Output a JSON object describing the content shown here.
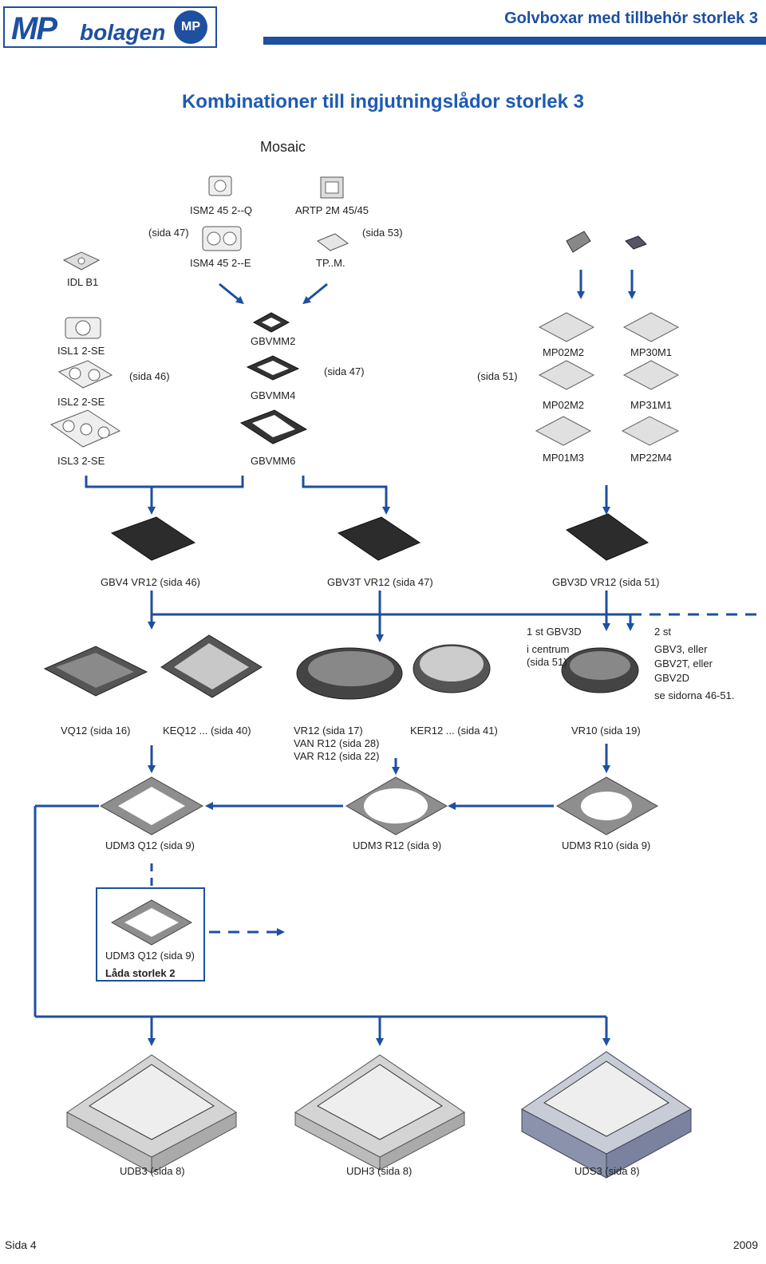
{
  "header": {
    "logo_text_mp": "MP",
    "logo_text_bolagen": "bolagen",
    "logo_mark": "MP",
    "title": "Golvboxar med tillbehör storlek 3"
  },
  "main": {
    "title": "Kombinationer till ingjutningslådor storlek 3",
    "subtitle": "Mosaic"
  },
  "top_row": {
    "ism2": "ISM2 45 2--Q",
    "artp": "ARTP 2M 45/45",
    "sida47": "(sida 47)",
    "sida53": "(sida 53)",
    "ism4": "ISM4 45 2--E",
    "tpm": "TP..M.",
    "idl": "IDL B1"
  },
  "inserts": {
    "isl1": "ISL1 2-SE",
    "isl2": "ISL2 2-SE",
    "isl3": "ISL3 2-SE",
    "sida46": "(sida 46)",
    "gbvmm2": "GBVMM2",
    "gbvmm4": "GBVMM4",
    "gbvmm6": "GBVMM6",
    "sida47b": "(sida 47)",
    "sida51": "(sida 51)",
    "mp02m2a": "MP02M2",
    "mp30m1": "MP30M1",
    "mp02m2b": "MP02M2",
    "mp31m1": "MP31M1",
    "mp01m3": "MP01M3",
    "mp22m4": "MP22M4"
  },
  "bases": {
    "gbv4": "GBV4 VR12 (sida 46)",
    "gbv3t": "GBV3T VR12 (sida 47)",
    "gbv3d": "GBV3D VR12 (sida 51)"
  },
  "notes": {
    "n1_line1": "1 st GBV3D",
    "n1_line2": "i centrum",
    "n1_line3": "(sida 51)",
    "n2_line1": "2 st",
    "n2_line2": "GBV3,   eller",
    "n2_line3": "GBV2T, eller",
    "n2_line4": "GBV2D",
    "n2_line5": "se sidorna 46-51."
  },
  "lids": {
    "vq12": "VQ12 (sida 16)",
    "keq12": "KEQ12 ... (sida 40)",
    "vr12_1": "VR12 (sida 17)",
    "vr12_2": "VAN R12 (sida 28)",
    "vr12_3": "VAR R12 (sida 22)",
    "ker12": "KER12 ... (sida 41)",
    "vr10": "VR10 (sida 19)"
  },
  "frames": {
    "udm3q12": "UDM3 Q12 (sida 9)",
    "udm3r12": "UDM3 R12 (sida 9)",
    "udm3r10": "UDM3 R10 (sida 9)",
    "box_label": "UDM3 Q12 (sida 9)",
    "box_label2": "Låda storlek 2"
  },
  "boxes": {
    "udb3": "UDB3 (sida 8)",
    "udh3": "UDH3 (sida 8)",
    "uds3": "UDS3 (sida 8)"
  },
  "footer": {
    "page": "Sida 4",
    "year": "2009"
  },
  "colors": {
    "brand_blue": "#1e4fa0",
    "title_blue": "#1e5ab4",
    "product_grey": "#9a9a9a",
    "product_dark": "#3a3a3a"
  }
}
